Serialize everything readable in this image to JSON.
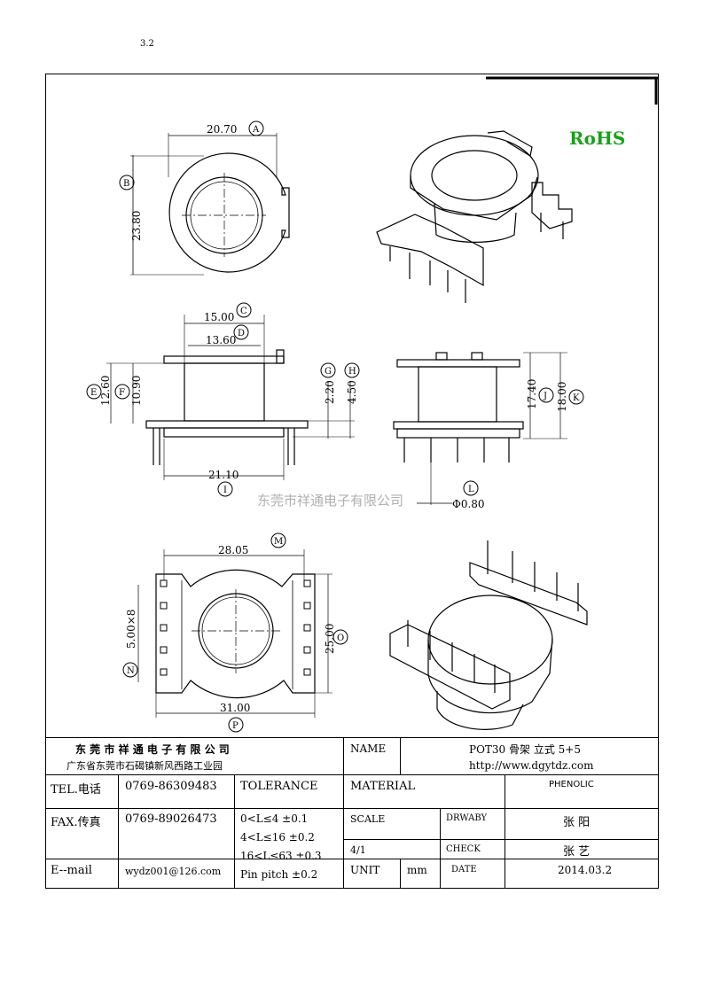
{
  "page": {
    "corner_mark": "3.2"
  },
  "rohs_mark": "RoHS",
  "watermark": "东莞市祥通电子有限公司",
  "dimensions": {
    "A": "20.70",
    "B": "23.80",
    "C": "15.00",
    "D": "13.60",
    "E": "12.60",
    "F": "10.90",
    "G": "2.20",
    "H": "4.50",
    "I": "21.10",
    "J": "17.40",
    "K": "18.00",
    "L": "Φ0.80",
    "M": "28.05",
    "N": "5.00×8",
    "O": "25.00",
    "P": "31.00"
  },
  "circle_labels": [
    "A",
    "B",
    "C",
    "D",
    "E",
    "F",
    "G",
    "H",
    "I",
    "J",
    "K",
    "L",
    "M",
    "N",
    "O",
    "P"
  ],
  "title_block": {
    "company_name": "东 莞 市 祥 通 电 子 有 限 公 司",
    "company_address": "广东省东莞市石碣镇新风西路工业园",
    "name_label": "NAME",
    "name_value": "POT30  骨架  立式 5+5",
    "website": "http://www.dgytdz.com",
    "tel_label": "TEL.电话",
    "tel_value": "0769-86309483",
    "fax_label": "FAX.传真",
    "fax_value": "0769-89026473",
    "email_label": "E--mail",
    "email_value": "wydz001@126.com",
    "tolerance_label": "TOLERANCE",
    "tolerance_lines": [
      "0<L≤4   ±0.1",
      "4<L≤16  ±0.2",
      "16<L≤63  ±0.3",
      "Pin pitch  ±0.2"
    ],
    "material_label": "MATERIAL",
    "material_value": "PHENOLIC",
    "scale_label": "SCALE",
    "scale_value": "4/1",
    "drawn_by_label": "DRWABY",
    "drawn_by_value": "张  阳",
    "check_label": "CHECK",
    "check_value": "张  艺",
    "unit_label": "UNIT",
    "unit_value": "mm",
    "date_label": "DATE",
    "date_value": "2014.03.2"
  },
  "colors": {
    "rohs": "#1aa01a",
    "line": "#000000",
    "watermark": "#b0b0b0"
  }
}
